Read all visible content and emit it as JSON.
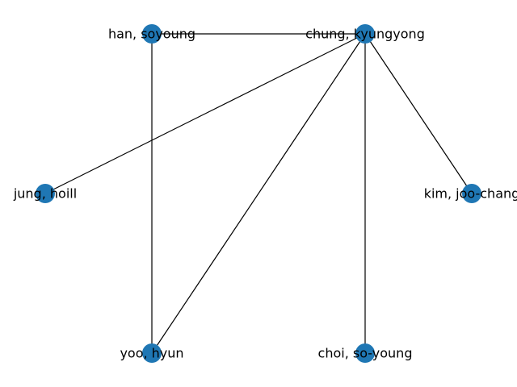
{
  "graph": {
    "node_color": "#1f77b4",
    "edge_color": "#000000",
    "nodes": [
      {
        "id": "han",
        "label": "han, soyoung"
      },
      {
        "id": "chung",
        "label": "chung, kyungyong"
      },
      {
        "id": "jung",
        "label": "jung, hoill"
      },
      {
        "id": "kim",
        "label": "kim, joo-chang"
      },
      {
        "id": "yoo",
        "label": "yoo, hyun"
      },
      {
        "id": "choi",
        "label": "choi, so-young"
      }
    ],
    "edges": [
      [
        "han",
        "chung"
      ],
      [
        "han",
        "yoo"
      ],
      [
        "chung",
        "jung"
      ],
      [
        "chung",
        "yoo"
      ],
      [
        "chung",
        "kim"
      ],
      [
        "chung",
        "choi"
      ]
    ]
  }
}
